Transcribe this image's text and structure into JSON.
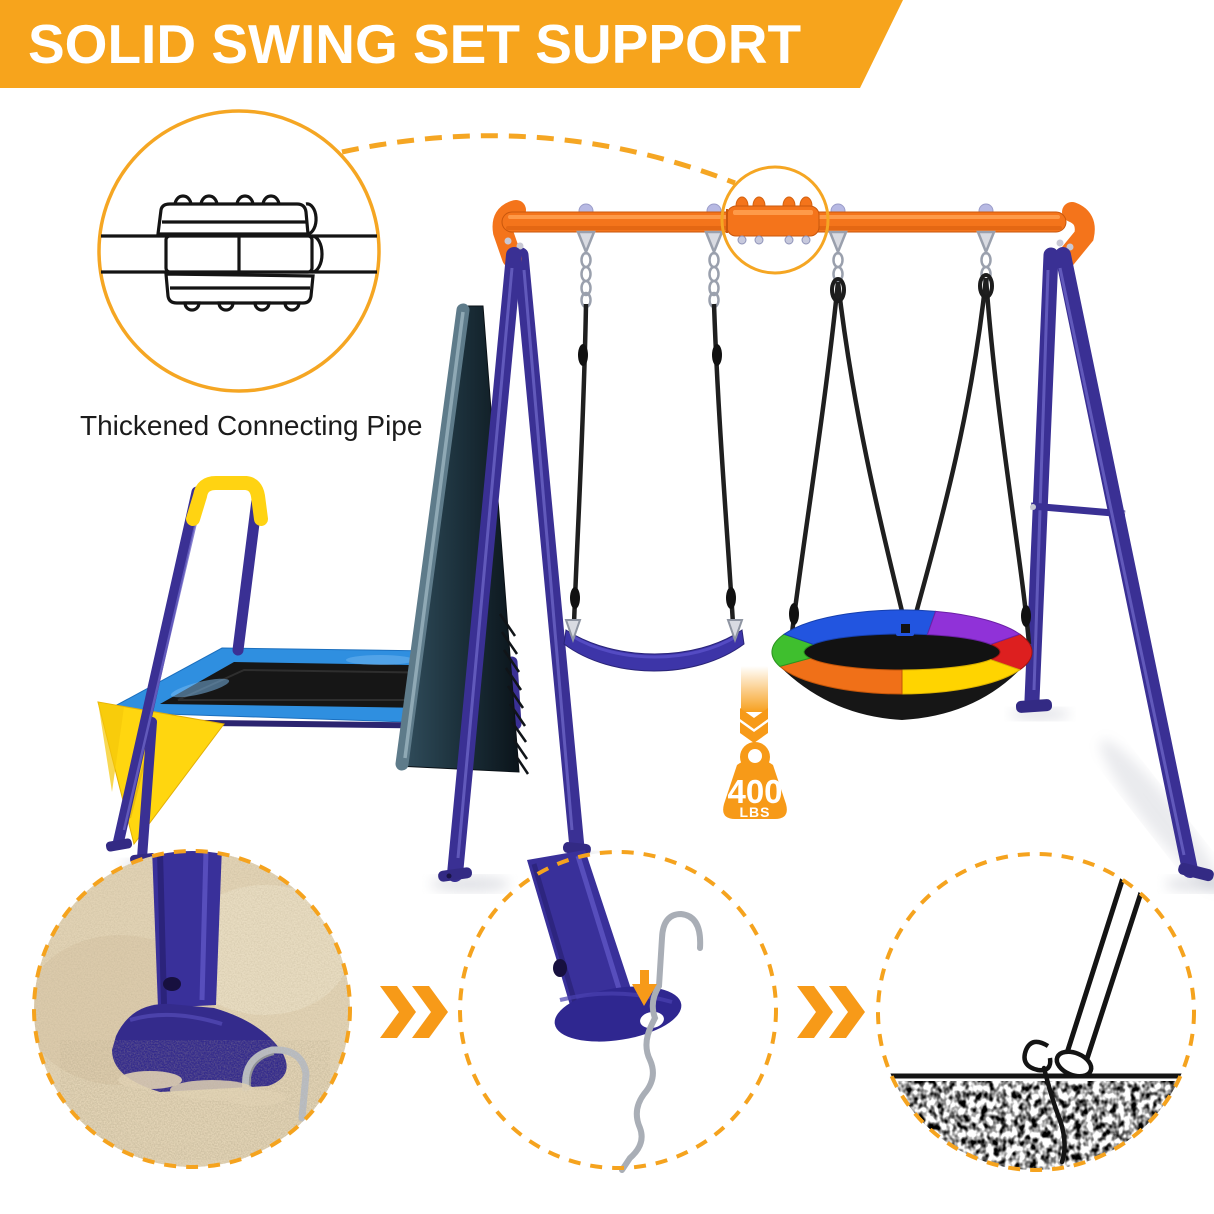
{
  "banner": {
    "text": "SOLID SWING SET SUPPORT",
    "bg_color": "#F7A41C",
    "text_color": "#FFFFFF"
  },
  "callout": {
    "label": "Thickened Connecting Pipe"
  },
  "weight_badge": {
    "value": "400",
    "unit": "LBS"
  },
  "colors": {
    "accent_orange": "#F5A31E",
    "chevron_orange": "#F79A18",
    "beam_orange": "#F4741B",
    "frame_purple": "#3A3094",
    "seat_purple": "#3D35A8",
    "sand_tan": "#E2D3B5",
    "trampoline_blue": "#2F8FE0",
    "skirt_yellow": "#FFD60F",
    "saucer_colors": [
      "#3FBF2E",
      "#2255E0",
      "#9032D8",
      "#DD1F1F",
      "#FFD400",
      "#F07018"
    ]
  },
  "icons": {
    "weight_badge": "weight-kettlebell-icon",
    "capacity_arrows": "chevron-down-double-icon",
    "step_arrows": "chevron-right-double-icon",
    "callout_drawing": "connecting-pipe-diagram",
    "detail_1": "leg-stake-in-sand-photo",
    "detail_2": "leg-stake-insert-photo",
    "detail_3": "leg-stake-ground-diagram"
  }
}
